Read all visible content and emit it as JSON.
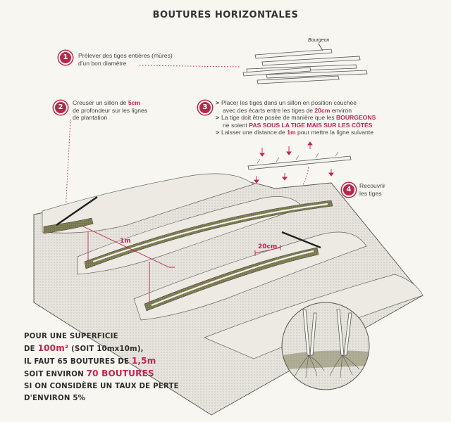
{
  "title": "BOUTURES HORIZONTALES",
  "steps": [
    {
      "number": "1",
      "text_a": "Prélever des tiges entières (mûres)",
      "text_b": "d'un bon diamètre"
    },
    {
      "number": "2",
      "text_a_pre": "Creuser un sillon de ",
      "text_a_red": "5cm",
      "text_b": "de profondeur sur les lignes",
      "text_c": "de plantation"
    },
    {
      "number": "3"
    },
    {
      "number": "4",
      "text_a": "Recouvrir",
      "text_b": "les tiges"
    }
  ],
  "step3_bullets": [
    {
      "a": "Placer les tiges dans un sillon en position couchée",
      "b_pre": "avec des écarts entre les tiges de ",
      "b_red": "20cm",
      "b_post": " environ"
    },
    {
      "a_pre": "La tige doit être posée de manière que les ",
      "a_red": "BOURGEONS",
      "b_pre": "ne soient ",
      "b_red": "PAS SOUS LA TIGE MAIS SUR LES CÔTÉS"
    },
    {
      "a_pre": "Laisser une distance de ",
      "a_red": "1m",
      "a_post": " pour mettre la ligne suivante"
    }
  ],
  "labels": {
    "bourgeon": "Bourgeon",
    "spacing_row": "1m",
    "spacing_stem": "20cm"
  },
  "summary": {
    "l1": "POUR UNE SUPERFICIE",
    "l2_pre": "DE ",
    "l2_red": "100m²",
    "l2_post": " (SOIT 10mx10m),",
    "l3_pre": "IL FAUT 65 BOUTURES DE ",
    "l3_red": "1,5m",
    "l4_pre": "SOIT ENVIRON ",
    "l4_red": "70 BOUTURES",
    "l5": "SI ON CONSIDÈRE UN TAUX DE PERTE",
    "l6": "D'ENVIRON 5%"
  },
  "colors": {
    "accent": "#c4234f",
    "soil": "#e4e2d9",
    "furrow": "#7e7c53",
    "ink": "#333333"
  }
}
